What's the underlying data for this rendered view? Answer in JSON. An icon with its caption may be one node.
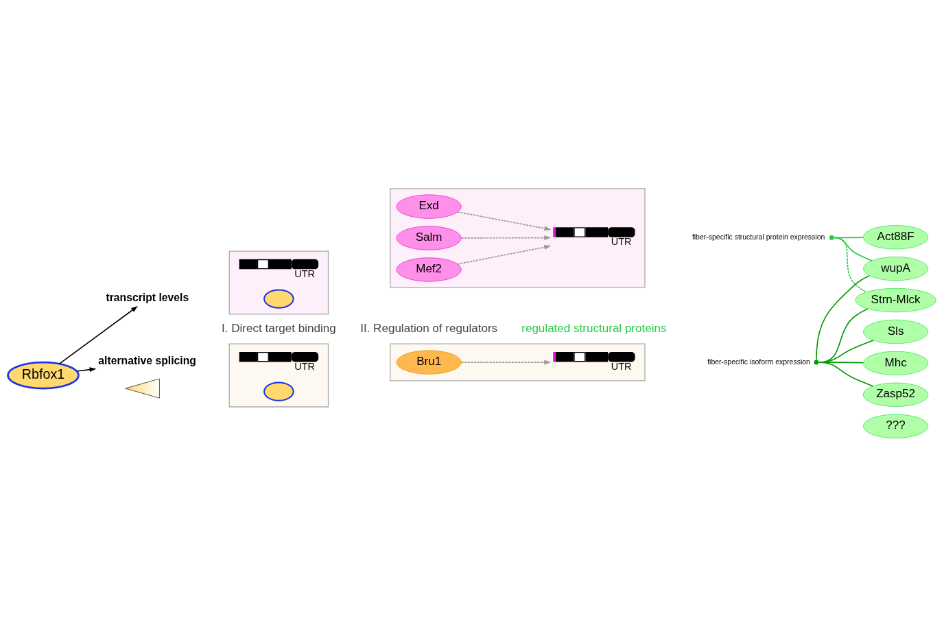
{
  "diagram": {
    "nodes": [
      {
        "text": [
          "Rbfox1"
        ]
      },
      {
        "text": [
          "transcript levels"
        ]
      },
      {
        "text": [
          "alternative splicing"
        ]
      },
      {
        "text": [],
        "shape": "box"
      },
      {
        "text": [
          "UTR"
        ],
        "in": 3
      },
      {
        "text": [],
        "shape": "ellipse",
        "in": 3
      },
      {
        "text": [],
        "shape": "box"
      },
      {
        "text": [
          "Exd"
        ],
        "in": 6
      },
      {
        "text": [
          "Mef2"
        ],
        "in": 6
      },
      {
        "text": [
          "Salm"
        ],
        "in": 6
      },
      {
        "text": [
          "UTR"
        ],
        "in": 6
      },
      {
        "text": [],
        "shape": "box"
      },
      {
        "text": [
          "UTR"
        ],
        "in": 11
      },
      {
        "text": [],
        "shape": "ellipse",
        "in": 11
      },
      {
        "text": [],
        "shape": "box"
      },
      {
        "text": [
          "Bru1"
        ],
        "in": 14
      },
      {
        "text": [
          "UTR"
        ],
        "in": 14
      },
      {
        "text": [],
        "shape": "circle",
        "beside": [
          "fiber-specific structural protein expression"
        ]
      },
      {
        "text": [],
        "shape": "circle",
        "beside": [
          "fiber-specific isoform expression"
        ]
      },
      {
        "text": [
          "Act88F"
        ]
      },
      {
        "text": [
          "wupA"
        ]
      },
      {
        "text": [
          "Strn-Mlck"
        ]
      },
      {
        "text": [
          "Sls"
        ]
      },
      {
        "text": [
          "Mhc"
        ]
      },
      {
        "text": [
          "Zasp52"
        ]
      },
      {
        "text": [
          "???"
        ]
      },
      {
        "text": [],
        "shape": "triangle"
      }
    ],
    "edges": [
      {
        "from": 0,
        "to": 1,
        "arrow": "to",
        "color": "#000000"
      },
      {
        "from": 0,
        "to": 2,
        "arrow": "to",
        "color": "#000000"
      },
      {
        "from": 7,
        "to": 10,
        "arrow": "to",
        "style": "dashed",
        "color": "#999999"
      },
      {
        "from": 8,
        "to": 10,
        "arrow": "to",
        "style": "dashed",
        "color": "#999999"
      },
      {
        "from": 9,
        "to": 10,
        "arrow": "to",
        "style": "dashed",
        "color": "#999999"
      },
      {
        "from": 15,
        "to": 16,
        "arrow": "to",
        "style": "dashed",
        "color": "#999999"
      },
      {
        "from": 17,
        "to": 19,
        "arrow": "none",
        "color": "#22cc44"
      },
      {
        "from": 17,
        "to": 20,
        "arrow": "none",
        "color": "#22cc44"
      },
      {
        "from": 17,
        "to": 21,
        "arrow": "none",
        "style": "dashed",
        "color": "#22cc44"
      },
      {
        "from": 18,
        "to": 20,
        "arrow": "none",
        "color": "#009900"
      },
      {
        "from": 18,
        "to": 21,
        "arrow": "none",
        "color": "#009900"
      },
      {
        "from": 18,
        "to": 22,
        "arrow": "none",
        "color": "#009900"
      },
      {
        "from": 18,
        "to": 23,
        "arrow": "none",
        "color": "#009900"
      },
      {
        "from": 18,
        "to": 24,
        "arrow": "none",
        "color": "#009900"
      }
    ],
    "labels": [
      "I. Direct target binding",
      "II. Regulation of regulators",
      "regulated structural proteins"
    ]
  }
}
